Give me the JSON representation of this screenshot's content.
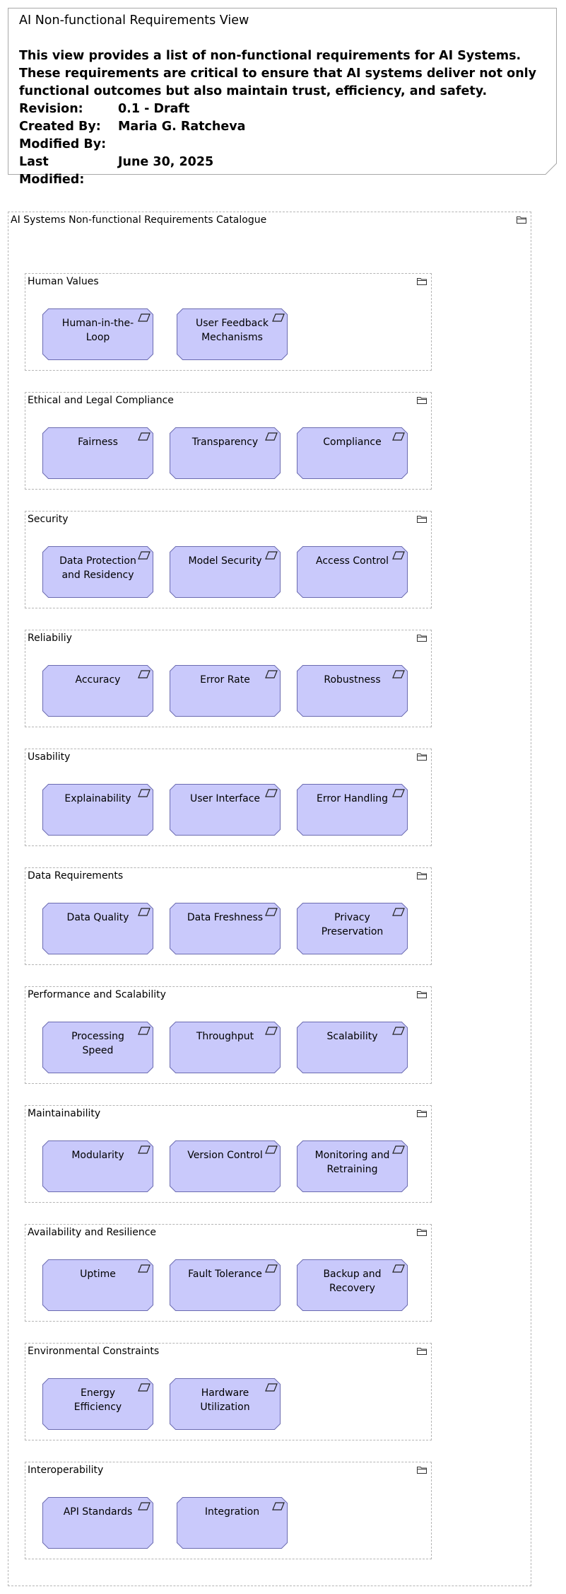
{
  "note": {
    "title": "AI Non-functional Requirements View",
    "description": "This view provides a list of non-functional requirements for AI Systems. These requirements are critical to ensure that AI systems deliver not only functional outcomes but also maintain trust, efficiency, and safety.",
    "meta": [
      {
        "key": "Revision:",
        "value": "0.1 - Draft"
      },
      {
        "key": "Created By:",
        "value": "Maria G. Ratcheva"
      },
      {
        "key": "Modified By:",
        "value": ""
      },
      {
        "key": "Last Modified:",
        "value": "June 30, 2025"
      }
    ]
  },
  "catalogue": {
    "title": "AI Systems Non-functional Requirements Catalogue",
    "sections": [
      {
        "title": "Human Values",
        "items": [
          "Human-in-the-Loop",
          "User Feedback Mechanisms"
        ]
      },
      {
        "title": "Ethical and Legal Compliance",
        "items": [
          "Fairness",
          "Transparency",
          "Compliance"
        ]
      },
      {
        "title": "Security",
        "items": [
          "Data Protection and Residency",
          "Model Security",
          "Access Control"
        ]
      },
      {
        "title": "Reliabiliy",
        "items": [
          "Accuracy",
          "Error Rate",
          "Robustness"
        ]
      },
      {
        "title": "Usability",
        "items": [
          "Explainability",
          "User Interface",
          "Error Handling"
        ]
      },
      {
        "title": "Data Requirements",
        "items": [
          "Data Quality",
          "Data Freshness",
          "Privacy Preservation"
        ]
      },
      {
        "title": "Performance and Scalability",
        "items": [
          "Processing Speed",
          "Throughput",
          "Scalability"
        ]
      },
      {
        "title": "Maintainability",
        "items": [
          "Modularity",
          "Version Control",
          "Monitoring and Retraining"
        ]
      },
      {
        "title": "Availability and Resilience",
        "items": [
          "Uptime",
          "Fault Tolerance",
          "Backup and Recovery"
        ]
      },
      {
        "title": "Environmental Constraints",
        "items": [
          "Energy Efficiency",
          "Hardware Utilization"
        ]
      },
      {
        "title": "Interoperability",
        "items": [
          "API Standards",
          "Integration"
        ]
      }
    ]
  },
  "colors": {
    "requirement_fill": "#c9c9fb",
    "requirement_stroke": "#6b6bb0",
    "group_border": "#b5b5b5"
  },
  "icons": {
    "group": "folder-icon",
    "requirement": "parallelogram-requirement-icon"
  }
}
